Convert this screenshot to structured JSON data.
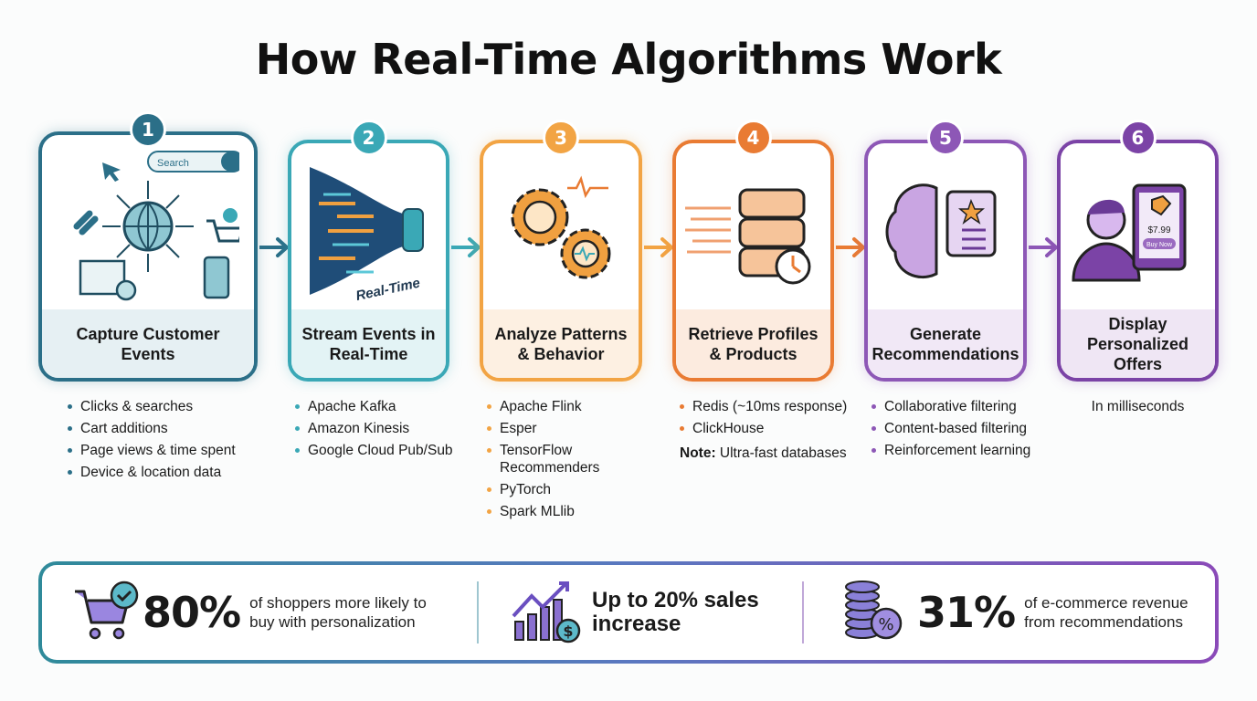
{
  "title": "How Real-Time Algorithms Work",
  "steps": [
    {
      "number": "1",
      "title": "Capture Customer Events",
      "color": "#2b6f88",
      "band": "#e6f0f3",
      "icon": "globe-events-icon",
      "search_placeholder": "Search",
      "bullets": [
        "Clicks & searches",
        "Cart additions",
        "Page views & time spent",
        "Device & location data"
      ]
    },
    {
      "number": "2",
      "title": "Stream Events in Real-Time",
      "color": "#3aa8b6",
      "band": "#e3f3f5",
      "icon": "stream-funnel-icon",
      "icon_label": "Real-Time",
      "bullets": [
        "Apache Kafka",
        "Amazon Kinesis",
        "Google Cloud Pub/Sub"
      ]
    },
    {
      "number": "3",
      "title": "Analyze Patterns & Behavior",
      "color": "#f2a444",
      "band": "#fdf0e2",
      "icon": "gears-brain-icon",
      "bullets": [
        "Apache Flink",
        "Esper",
        "TensorFlow Recommenders",
        "PyTorch",
        "Spark MLlib"
      ]
    },
    {
      "number": "4",
      "title": "Retrieve Profiles & Products",
      "color": "#e97b33",
      "band": "#fcebdf",
      "icon": "database-stopwatch-icon",
      "bullets": [
        "Redis (~10ms response)",
        "ClickHouse"
      ],
      "note_label": "Note:",
      "note_text": "Ultra-fast databases"
    },
    {
      "number": "5",
      "title": "Generate Recommendations",
      "color": "#8d57b6",
      "band": "#f1e8f6",
      "icon": "brain-card-icon",
      "bullets": [
        "Collaborative filtering",
        "Content-based filtering",
        "Reinforcement learning"
      ]
    },
    {
      "number": "6",
      "title": "Display Personalized Offers",
      "color": "#7b43a6",
      "band": "#efe6f4",
      "icon": "person-tablet-icon",
      "price": "$7.99",
      "buy_label": "Buy Now",
      "subtitle": "In milliseconds"
    }
  ],
  "stats": [
    {
      "icon": "cart-check-icon",
      "value": "80%",
      "text": "of shoppers more likely to buy with personalization"
    },
    {
      "icon": "chart-growth-icon",
      "value": "Up to 20% sales increase"
    },
    {
      "icon": "coins-percent-icon",
      "value": "31%",
      "text": "of e-commerce revenue from recommendations"
    }
  ]
}
